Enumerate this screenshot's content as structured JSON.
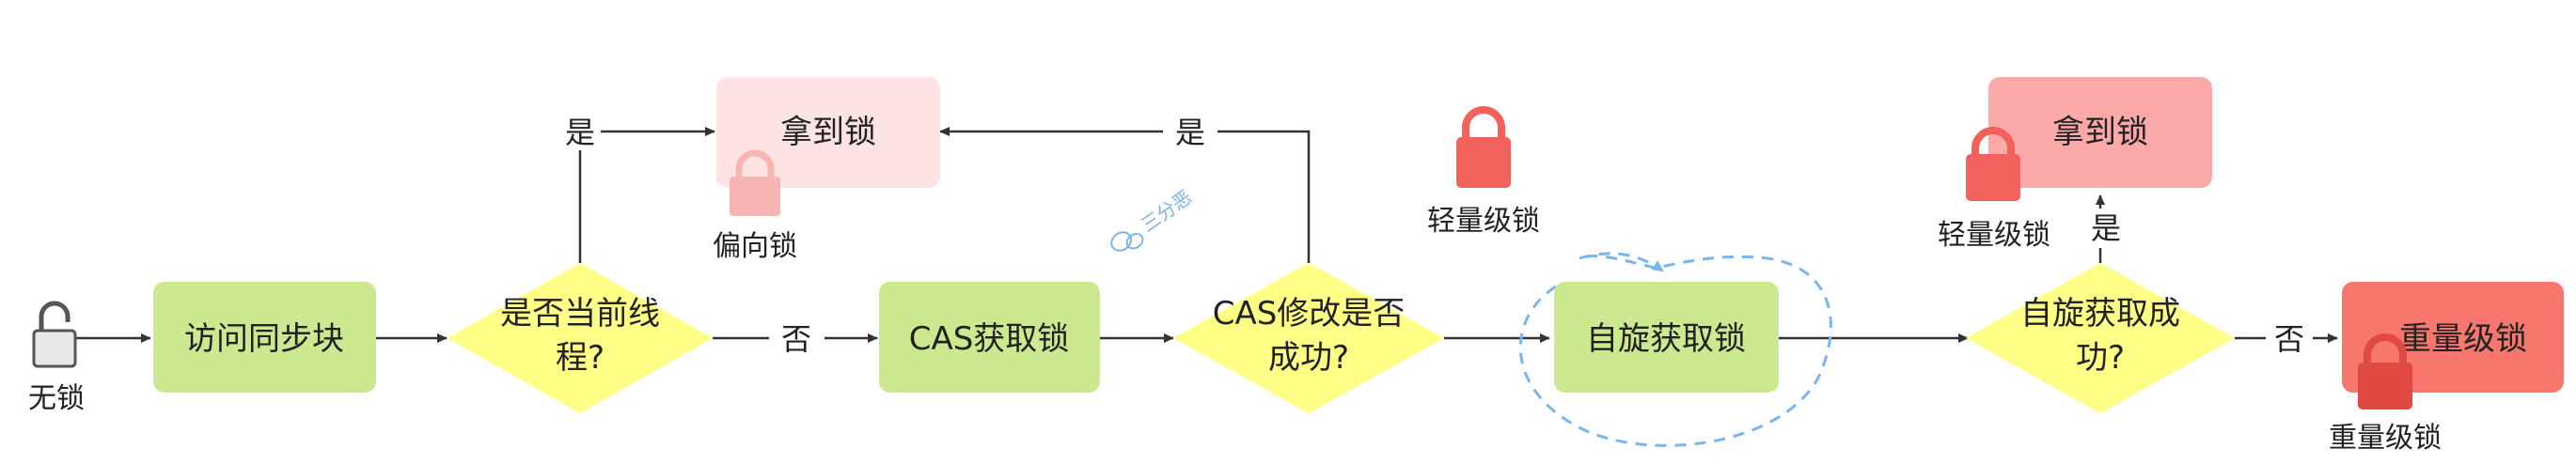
{
  "colors": {
    "green_box": "#cce98f",
    "diamond": "#ffff88",
    "pink_light": "#fde3e3",
    "pink_mid": "#fcaaa9",
    "red_box": "#f7776e",
    "lock_red": "#f1625c",
    "lock_pink": "#f7b6b4",
    "lock_gray": "#e8e8e8",
    "arrow": "#333333",
    "dashed": "#77b6ee"
  },
  "nodes": {
    "no_lock_label": "无锁",
    "access_sync": "访问同步块",
    "is_current_line1": "是否当前线",
    "is_current_line2": "程?",
    "get_lock_biased": "拿到锁",
    "biased_lock_label": "偏向锁",
    "cas_get": "CAS获取锁",
    "cas_modify_line1": "CAS修改是否",
    "cas_modify_line2": "成功?",
    "light_lock_label_mid": "轻量级锁",
    "spin_get": "自旋获取锁",
    "spin_success_line1": "自旋获取成",
    "spin_success_line2": "功?",
    "get_lock_light": "拿到锁",
    "light_lock_label_right": "轻量级锁",
    "heavy_lock_box": "重量级锁",
    "heavy_lock_label": "重量级锁"
  },
  "edges": {
    "yes_1": "是",
    "no_1": "否",
    "yes_2": "是",
    "yes_3": "是",
    "no_2": "否"
  },
  "watermark": "三分恶"
}
